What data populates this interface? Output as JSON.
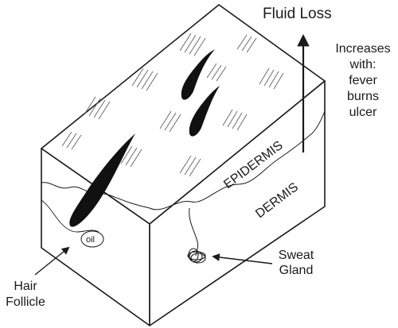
{
  "title": "Fluid Loss",
  "increases": {
    "lines": [
      "Increases",
      "with:",
      "fever",
      "burns",
      "ulcer"
    ]
  },
  "labels": {
    "epidermis": "EPIDERMIS",
    "dermis": "DERMIS",
    "oil": "oil",
    "sweat_gland": [
      "Sweat",
      "Gland"
    ],
    "hair_follicle": [
      "Hair",
      "Follicle"
    ]
  },
  "colors": {
    "stroke": "#1a1a1a",
    "fill": "#ffffff",
    "hair": "#111111"
  }
}
